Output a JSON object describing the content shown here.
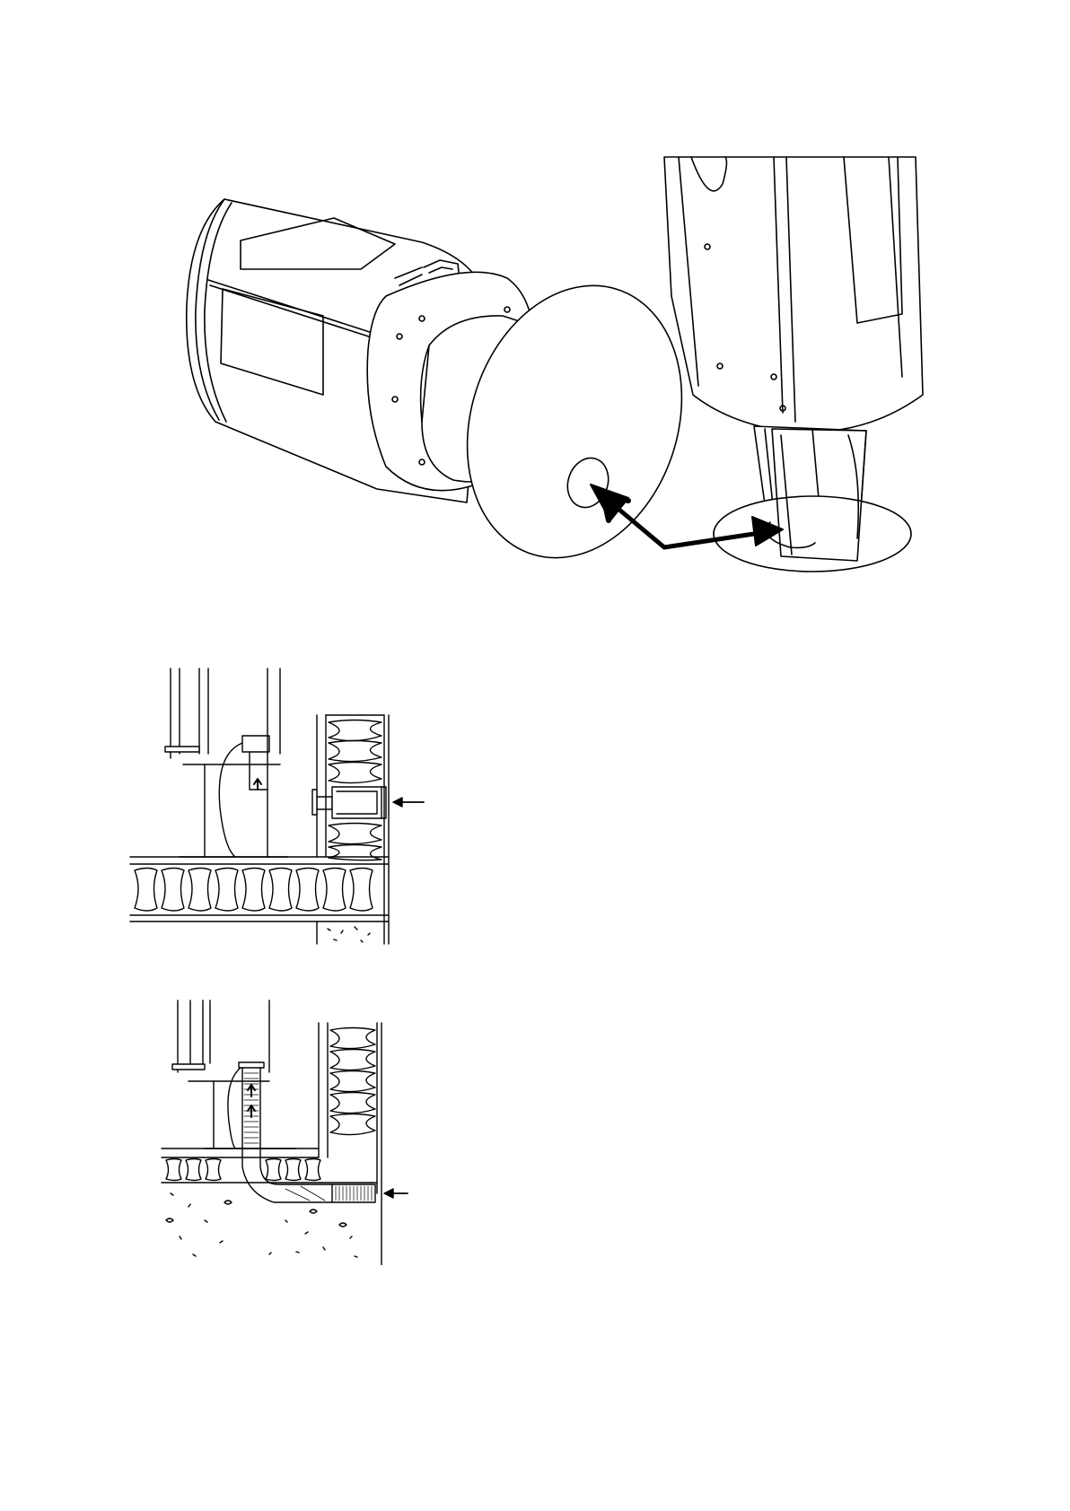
{
  "page": {
    "background": "#ffffff",
    "line_color": "#000000"
  },
  "figures": [
    {
      "id": "fig-top",
      "icon": "stove-outside-air-kit-exploded-icon"
    },
    {
      "id": "fig-mid",
      "icon": "wall-inlet-section-icon"
    },
    {
      "id": "fig-bot",
      "icon": "floor-inlet-section-icon"
    }
  ]
}
